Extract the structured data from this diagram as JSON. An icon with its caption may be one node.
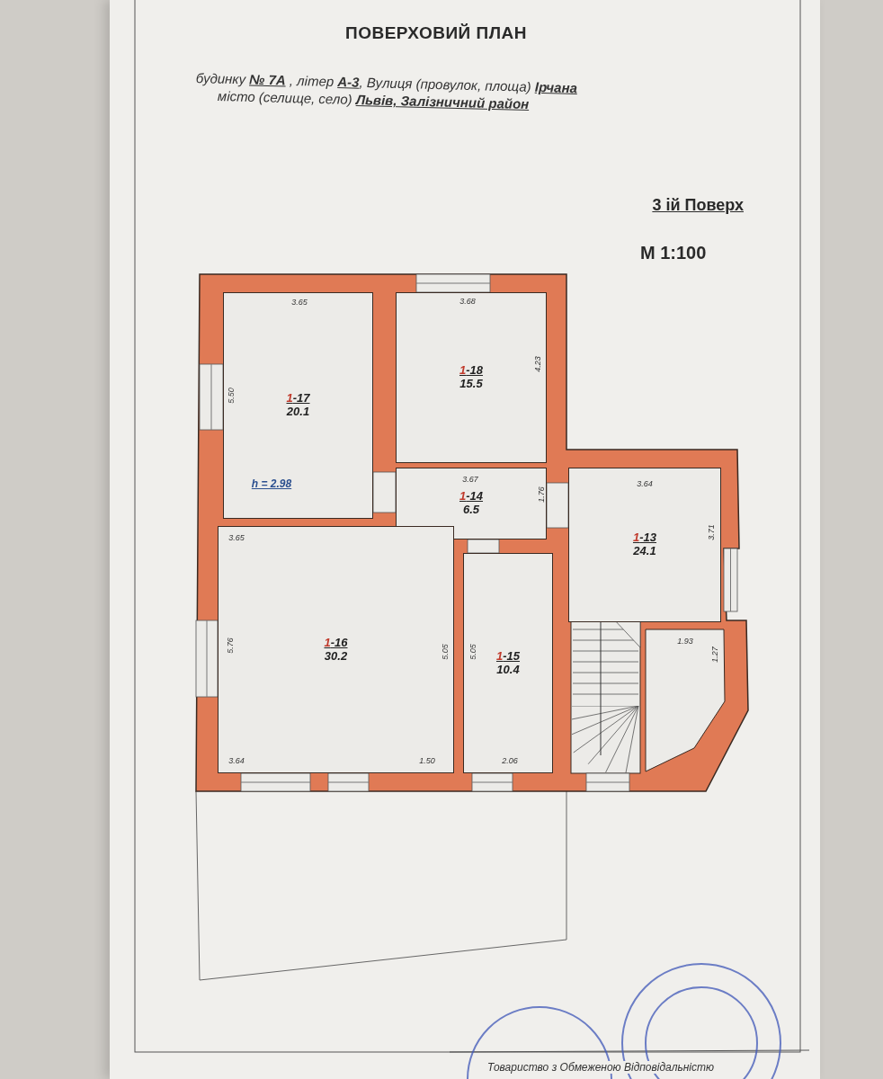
{
  "diagram": {
    "title": "ПОВЕРХОВИЙ ПЛАН",
    "nodes": [
      {
        "text": [
          "1-17",
          "20.1"
        ]
      },
      {
        "text": [
          "1-18",
          "15.5"
        ]
      },
      {
        "text": [
          "1-14",
          "6.5"
        ]
      },
      {
        "text": [
          "1-13",
          "24.1"
        ]
      },
      {
        "text": [
          "1-16",
          "30.2"
        ]
      },
      {
        "text": [
          "1-15",
          "10.4"
        ]
      }
    ],
    "labels": [
      "будинку **№ 7А** , літер **А-3**, Вулиця (провулок, площа) **Ірчана**",
      "місто (селище, село) **Львів, Залізничний район**",
      "3 ій Поверх",
      "M 1:100",
      "3.65",
      "3.68",
      "4.23",
      "5.50",
      "h = 2.98",
      "3.67",
      "1.76",
      "3.64",
      "3.71",
      "3.65",
      "5.76",
      "5.05",
      "5.05",
      "1.93",
      "1.27",
      "3.64",
      "1.50",
      "2.06",
      "Товариство з Обмеженою Відповідальністю"
    ]
  }
}
